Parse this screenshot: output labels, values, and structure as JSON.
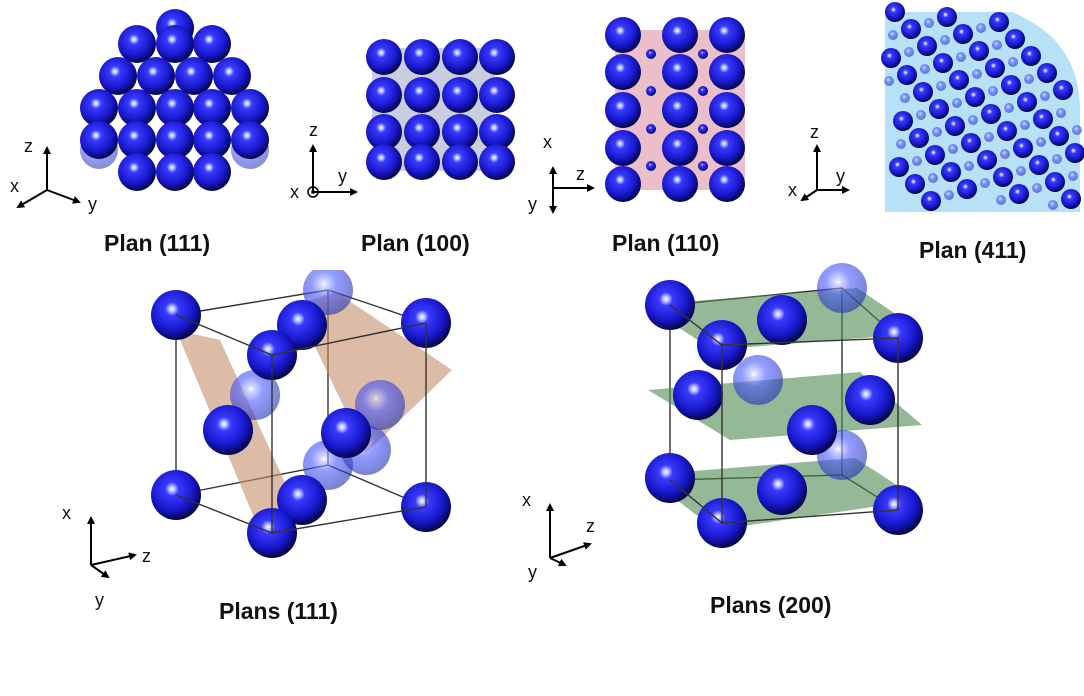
{
  "captions": {
    "plan111": "Plan (111)",
    "plan100": "Plan (100)",
    "plan110": "Plan (110)",
    "plan411": "Plan (411)",
    "plans111": "Plans (111)",
    "plans200": "Plans (200)"
  },
  "axes": {
    "plan111": {
      "up": "z",
      "left": "x",
      "right": "y"
    },
    "plan100": {
      "up": "z",
      "out": "x",
      "right": "y"
    },
    "plan110": {
      "up": "x",
      "right": "z",
      "down": "y"
    },
    "plan411": {
      "up": "z",
      "left": "x",
      "right": "y"
    },
    "plans111": {
      "up": "x",
      "right": "z",
      "down": "y"
    },
    "plans200": {
      "up": "x",
      "right": "z",
      "down": "y"
    }
  },
  "colors": {
    "atom": "#1a1ad6",
    "atom_dark": "#06065e",
    "plane_111": "#c4906a",
    "plane_200": "#4e8a52",
    "plane_110": "#d98a9e",
    "plane_411": "#8fd0f0"
  }
}
